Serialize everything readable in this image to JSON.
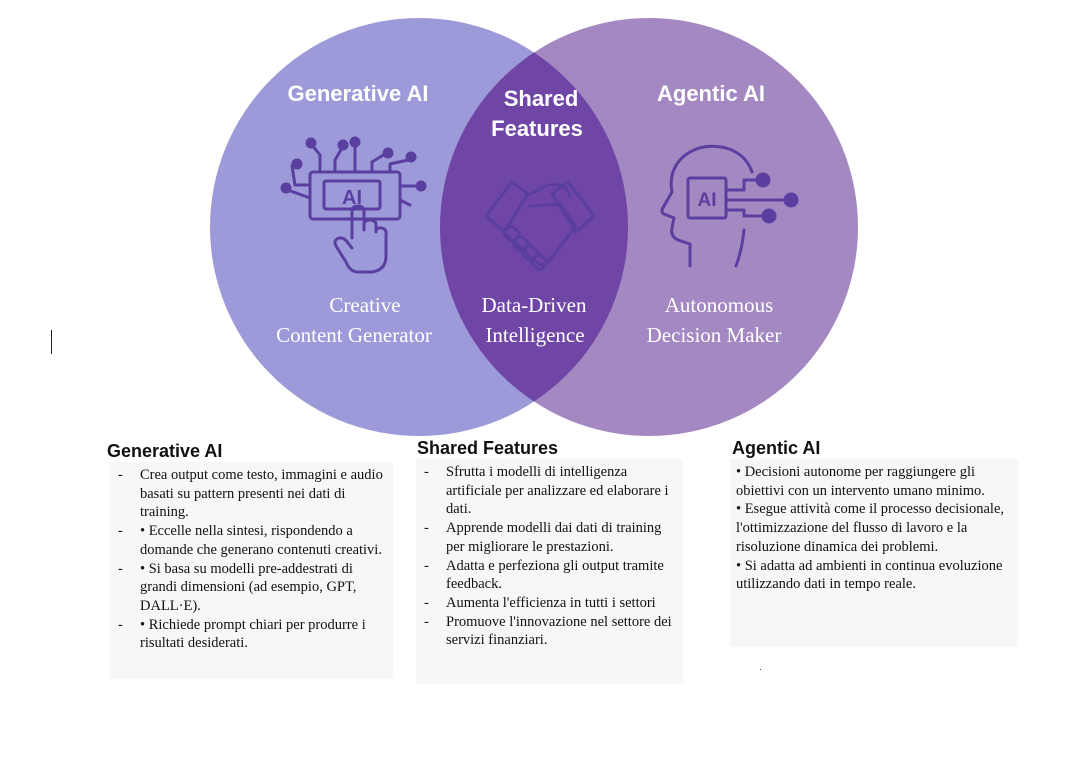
{
  "venn": {
    "left": {
      "title": "Generative AI",
      "line1": "Creative",
      "line2": "Content Generator",
      "icon": "ai-chip-hand-icon"
    },
    "center": {
      "title_line1": "Shared",
      "title_line2": "Features",
      "line1": "Data-Driven",
      "line2": "Intelligence",
      "icon": "handshake-icon"
    },
    "right": {
      "title": "Agentic AI",
      "line1": "Autonomous",
      "line2": "Decision Maker",
      "icon": "ai-head-icon"
    },
    "colors": {
      "left": "#9d9ad9",
      "right": "#a388c2",
      "overlap": "#6f46a6",
      "icon": "#5b3fa0"
    }
  },
  "columns": [
    {
      "title": "Generative AI",
      "items": [
        "Crea output come testo, immagini e audio basati su pattern presenti nei dati di training.",
        "• Eccelle nella sintesi, rispondendo a domande che generano contenuti creativi.",
        "• Si basa su modelli pre-addestrati di grandi dimensioni (ad esempio, GPT, DALL·E).",
        "• Richiede prompt  chiari per produrre i risultati desiderati."
      ]
    },
    {
      "title": "Shared Features",
      "items": [
        "Sfrutta i modelli di intelligenza artificiale per analizzare ed elaborare i dati.",
        "Apprende modelli dai dati di training per migliorare le prestazioni.",
        "Adatta e perfeziona gli output tramite feedback.",
        "Aumenta l'efficienza in tutti i settori",
        "Promuove l'innovazione nel settore dei servizi finanziari."
      ]
    },
    {
      "title": "Agentic AI",
      "items": [
        "• Decisioni autonome per raggiungere gli obiettivi con un intervento umano minimo.",
        "• Esegue attività come il processo decisionale, l'ottimizzazione  del flusso di lavoro e la risoluzione dinamica dei problemi.",
        "• Si adatta ad ambienti in continua evoluzione  utilizzando dati in tempo reale."
      ]
    }
  ]
}
